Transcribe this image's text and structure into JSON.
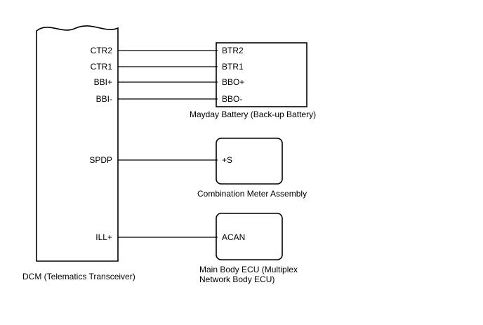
{
  "dcm": {
    "label": "DCM (Telematics Transceiver)",
    "pins": [
      "CTR2",
      "CTR1",
      "BBI+",
      "BBI-",
      "SPDP",
      "ILL+"
    ]
  },
  "battery": {
    "label": "Mayday Battery (Back-up Battery)",
    "pins": [
      "BTR2",
      "BTR1",
      "BBO+",
      "BBO-"
    ]
  },
  "meter": {
    "label": "Combination Meter Assembly",
    "pin": "+S"
  },
  "body_ecu": {
    "label_line1": "Main Body ECU (Multiplex",
    "label_line2": "Network Body ECU)",
    "pin": "ACAN"
  }
}
